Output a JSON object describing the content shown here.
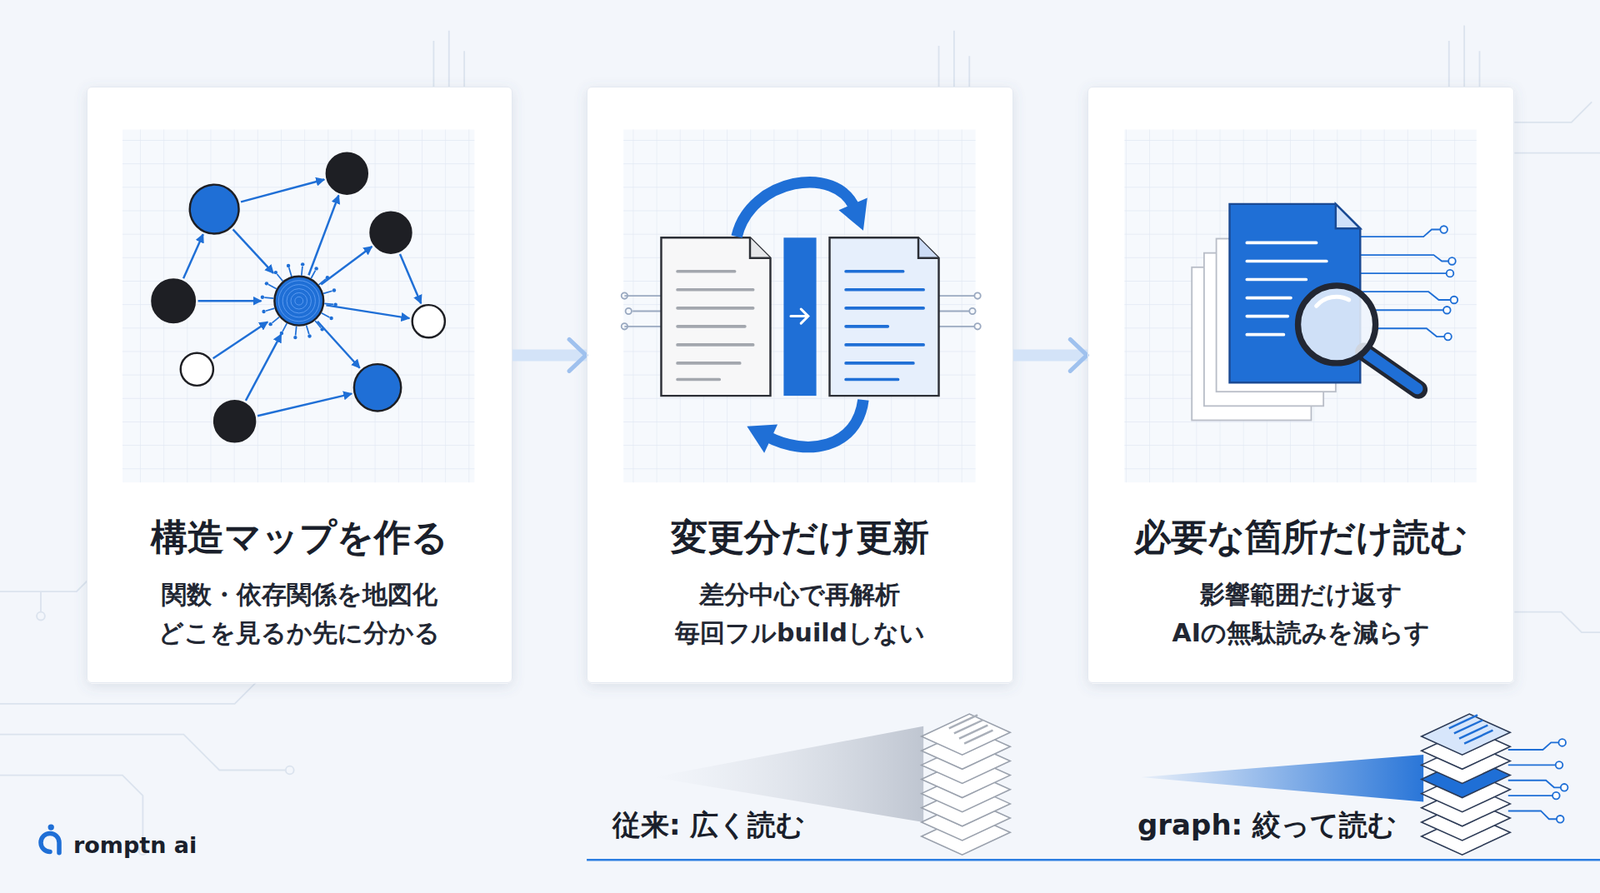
{
  "diagram": {
    "nodes": [
      {
        "text": [
          "構造マップを作る",
          "関数・依存関係を地図化",
          "どこを見るか先に分かる"
        ]
      },
      {
        "text": [
          "変更分だけ更新",
          "差分中心で再解析",
          "毎回フルbuildしない"
        ]
      },
      {
        "text": [
          "必要な箇所だけ読む",
          "影響範囲だけ返す",
          "AIの無駄読みを減らす"
        ]
      }
    ],
    "edges": [
      {
        "from": 0,
        "to": 1,
        "arrow": "to"
      },
      {
        "from": 1,
        "to": 2,
        "arrow": "to"
      }
    ],
    "labels": [
      "従来: 広く読む",
      "graph: 絞って読む",
      "romptn ai"
    ]
  }
}
